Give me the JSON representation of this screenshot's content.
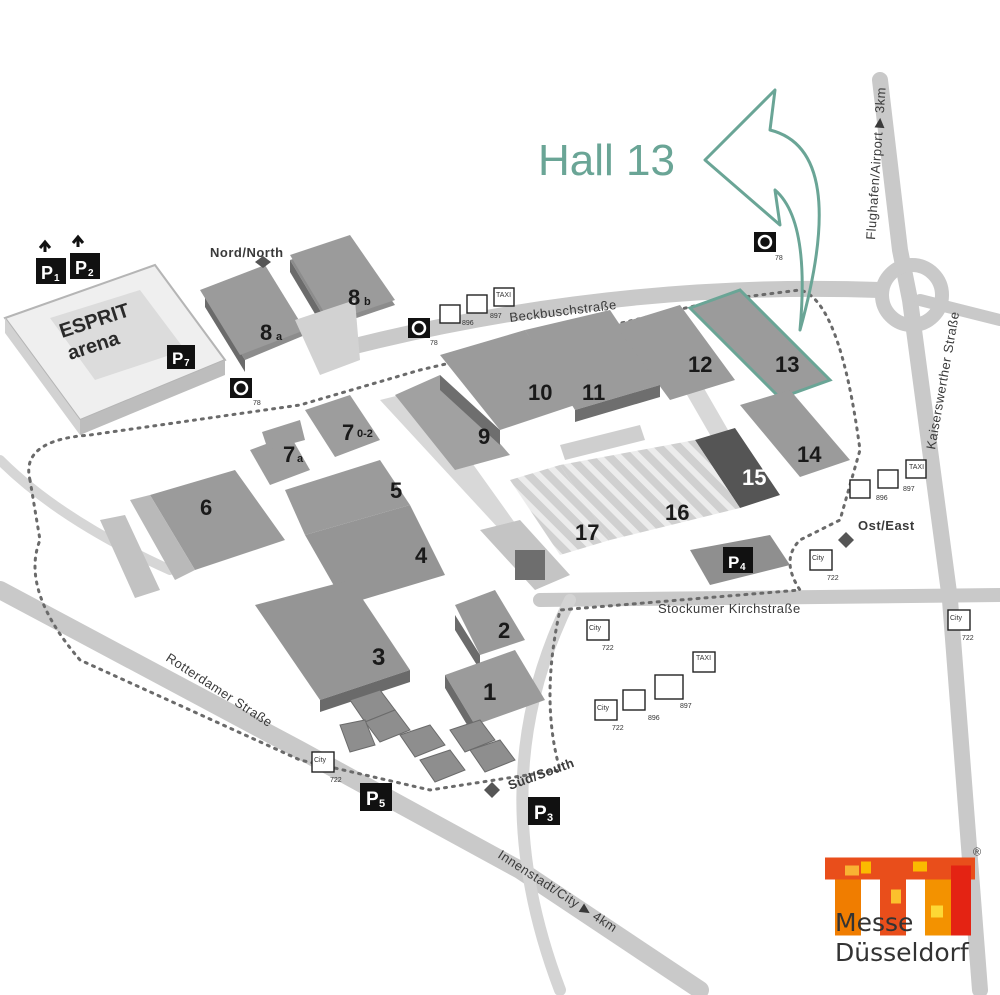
{
  "callout": {
    "label": "Hall 13",
    "accent_color": "#6aa596"
  },
  "halls": [
    {
      "id": "1",
      "label": "1"
    },
    {
      "id": "2",
      "label": "2"
    },
    {
      "id": "3",
      "label": "3"
    },
    {
      "id": "4",
      "label": "4"
    },
    {
      "id": "5",
      "label": "5"
    },
    {
      "id": "6",
      "label": "6"
    },
    {
      "id": "7a",
      "label": "7",
      "sub": "a"
    },
    {
      "id": "7o2",
      "label": "7",
      "sub": "0-2"
    },
    {
      "id": "8a",
      "label": "8",
      "sub": "a"
    },
    {
      "id": "8b",
      "label": "8",
      "sub": "b"
    },
    {
      "id": "9",
      "label": "9"
    },
    {
      "id": "10",
      "label": "10"
    },
    {
      "id": "11",
      "label": "11"
    },
    {
      "id": "12",
      "label": "12"
    },
    {
      "id": "13",
      "label": "13",
      "highlighted": true
    },
    {
      "id": "14",
      "label": "14"
    },
    {
      "id": "15",
      "label": "15"
    },
    {
      "id": "16",
      "label": "16"
    },
    {
      "id": "17",
      "label": "17"
    }
  ],
  "roads": {
    "beckbusch": "Beckbuschstraße",
    "stockumer": "Stockumer Kirchstraße",
    "rotterdamer": "Rotterdamer Straße",
    "kaiserswerther": "Kaiserswerther Straße",
    "airport": "Flughafen/Airport ▶ 3km",
    "city": "Innenstadt/City ▶ 4km"
  },
  "entrances": {
    "north": "Nord/North",
    "east": "Ost/East",
    "south": "Süd/South"
  },
  "parking": {
    "p1": "P",
    "p1_sub": "1",
    "p2": "P",
    "p2_sub": "2",
    "p3": "P",
    "p3_sub": "3",
    "p4": "P",
    "p4_sub": "4",
    "p5": "P",
    "p5_sub": "5",
    "p7": "P",
    "p7_sub": "7"
  },
  "arena": {
    "line1": "ESPRIT",
    "line2": "arena"
  },
  "transit": {
    "tram78": "78",
    "bus896": "896",
    "bus897": "897",
    "bus722": "722",
    "city_tag": "City",
    "taxi_tag": "TAXI"
  },
  "logo": {
    "line1": "Messe",
    "line2": "Düsseldorf",
    "registered": "®"
  }
}
